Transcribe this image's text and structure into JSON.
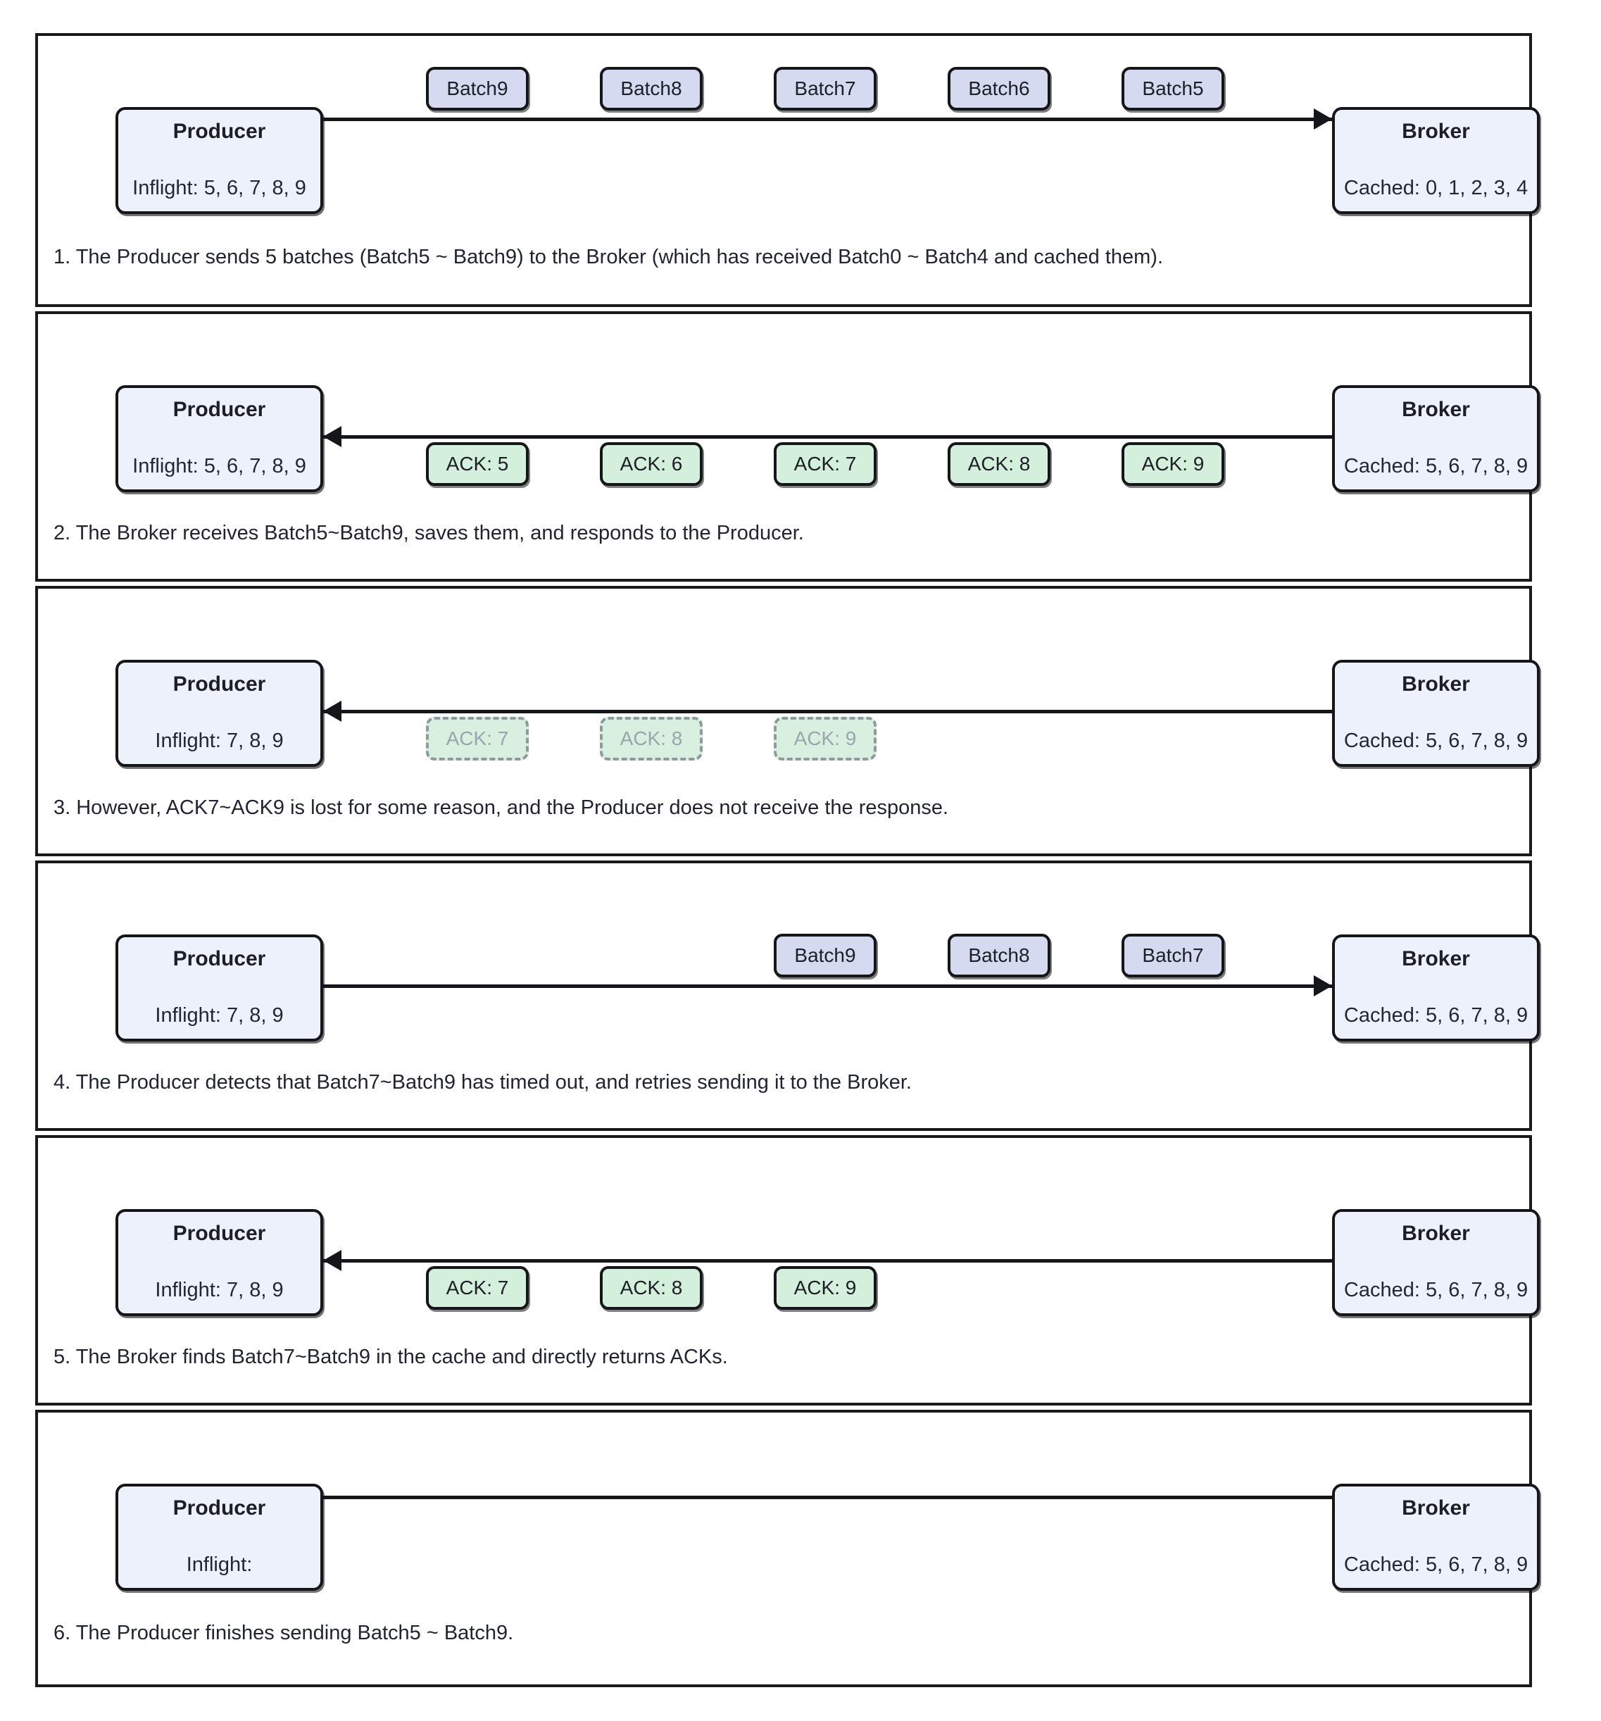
{
  "diagram": {
    "title": "Kafka idempotent producer retry sequence",
    "colors": {
      "panel_border": "#1a1a1a",
      "node_fill": "#edf1fb",
      "node_border": "#15161a",
      "batch_fill": "#d5daf0",
      "ack_fill": "#d4efdc",
      "lost_border": "#8d9aa0",
      "lost_text": "#9aa5ad",
      "text": "#1f2430"
    },
    "roles": {
      "producer": "Producer",
      "broker": "Broker"
    }
  },
  "panels": [
    {
      "id": "step-1",
      "producer": {
        "title": "Producer",
        "sub": "Inflight: 5, 6, 7, 8, 9"
      },
      "broker": {
        "title": "Broker",
        "sub": "Cached: 0, 1, 2, 3, 4"
      },
      "direction": "right",
      "arrow": true,
      "chip_type": "batch",
      "chip_side": "above",
      "chips": [
        "Batch9",
        "Batch8",
        "Batch7",
        "Batch6",
        "Batch5"
      ],
      "caption": "1. The Producer sends 5 batches (Batch5 ~ Batch9) to the Broker (which has received Batch0 ~ Batch4 and cached them)."
    },
    {
      "id": "step-2",
      "producer": {
        "title": "Producer",
        "sub": "Inflight: 5, 6, 7, 8, 9"
      },
      "broker": {
        "title": "Broker",
        "sub": "Cached: 5, 6, 7, 8, 9"
      },
      "direction": "left",
      "arrow": true,
      "chip_type": "ack",
      "chip_side": "below",
      "chips": [
        "ACK: 5",
        "ACK: 6",
        "ACK: 7",
        "ACK: 8",
        "ACK: 9"
      ],
      "caption": "2. The Broker receives Batch5~Batch9, saves them, and responds to the Producer."
    },
    {
      "id": "step-3",
      "producer": {
        "title": "Producer",
        "sub": "Inflight: 7, 8, 9"
      },
      "broker": {
        "title": "Broker",
        "sub": "Cached: 5, 6, 7, 8, 9"
      },
      "direction": "left",
      "arrow": true,
      "chip_type": "ack-lost",
      "chip_side": "below",
      "chips": [
        "ACK: 7",
        "ACK: 8",
        "ACK: 9"
      ],
      "caption": "3. However, ACK7~ACK9 is lost for some reason, and the Producer does not receive the response."
    },
    {
      "id": "step-4",
      "producer": {
        "title": "Producer",
        "sub": "Inflight: 7, 8, 9"
      },
      "broker": {
        "title": "Broker",
        "sub": "Cached: 5, 6, 7, 8, 9"
      },
      "direction": "right",
      "arrow": true,
      "chip_type": "batch",
      "chip_side": "above",
      "chips": [
        "Batch9",
        "Batch8",
        "Batch7"
      ],
      "caption": "4. The Producer detects that Batch7~Batch9 has timed out, and retries sending it to the Broker."
    },
    {
      "id": "step-5",
      "producer": {
        "title": "Producer",
        "sub": "Inflight: 7, 8, 9"
      },
      "broker": {
        "title": "Broker",
        "sub": "Cached: 5, 6, 7, 8, 9"
      },
      "direction": "left",
      "arrow": true,
      "chip_type": "ack",
      "chip_side": "below",
      "chips": [
        "ACK: 7",
        "ACK: 8",
        "ACK: 9"
      ],
      "caption": "5. The Broker finds Batch7~Batch9 in the cache and directly returns ACKs."
    },
    {
      "id": "step-6",
      "producer": {
        "title": "Producer",
        "sub": "Inflight:"
      },
      "broker": {
        "title": "Broker",
        "sub": "Cached: 5, 6, 7, 8, 9"
      },
      "direction": "none",
      "arrow": false,
      "chip_type": "none",
      "chip_side": "none",
      "chips": [],
      "caption": "6. The Producer finishes sending Batch5 ~ Batch9."
    }
  ]
}
